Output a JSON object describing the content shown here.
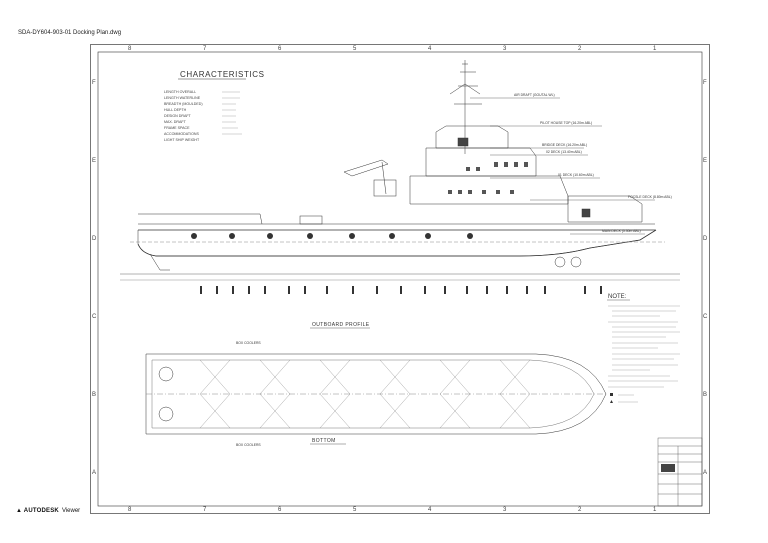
{
  "window": {
    "title": "SDA-DY604-903-01 Docking Plan.dwg"
  },
  "brand": {
    "logo": "▲ AUTODESK",
    "viewer": "Viewer"
  },
  "drawing": {
    "characteristics_title": "CHARACTERISTICS",
    "characteristics": [
      "LENGTH OVERALL",
      "LENGTH WATERLINE",
      "BREADTH (MOULDED)",
      "HULL DEPTH",
      "DESIGN DRAFT",
      "MAX. DRAFT",
      "FRAME SPACE",
      "ACCOMMODATIONS",
      "LIGHT SHIP WEIGHT"
    ],
    "outboard_profile": "OUTBOARD PROFILE",
    "bottom": "BOTTOM",
    "note_title": "NOTE:",
    "grid_columns": [
      "8",
      "7",
      "6",
      "5",
      "4",
      "3",
      "2",
      "1"
    ],
    "grid_rows": [
      "F",
      "E",
      "D",
      "C",
      "B",
      "A"
    ],
    "labels": {
      "air_draft": "AIR DRAFT (GOUTAL WL)",
      "pilot_house": "PILOT HOUSE TOP (16.20m ABL)",
      "bridge_deck": "BRIDGE DECK (16.20m ABL)",
      "deck_02": "02 DECK (13.40m ABL)",
      "deck_01": "01 DECK (10.60m ABL)",
      "focsle": "FOCSLE DECK (8.80m ABL)",
      "main_deck": "MAIN DECK (5.30m ABL)",
      "box_coolers": "BOX COOLERS"
    }
  }
}
